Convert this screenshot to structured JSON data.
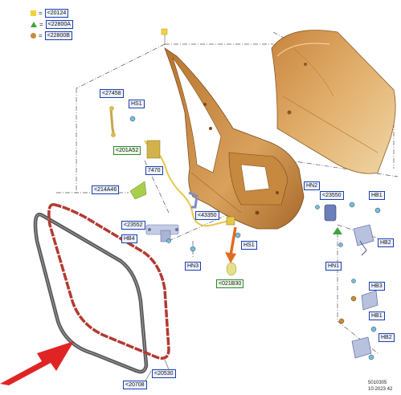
{
  "legend": [
    {
      "symbol": "yellow-square",
      "color": "#f2d13a",
      "eq": "=",
      "code": "<20124"
    },
    {
      "symbol": "green-triangle",
      "color": "#3fa33f",
      "eq": "=",
      "code": "<22800A"
    },
    {
      "symbol": "orange-circle",
      "color": "#c78a3c",
      "eq": "=",
      "code": "<22800B"
    }
  ],
  "labels": {
    "l27458": "<27458",
    "hs1_top": "HS1",
    "l201a52": "<201A52",
    "l7470": "7470",
    "l214a46": "<214A46",
    "l43350": "<43350",
    "l23552": "<23552",
    "hb4": "HB4",
    "hn3": "HN3",
    "hs1_mid": "HS1",
    "l021b30": "<021B30",
    "hn2": "HN2",
    "l23550": "<23550",
    "hb1_top": "HB1",
    "hb2_top": "HB2",
    "hn1": "HN1",
    "hb3": "HB3",
    "hb1_bottom": "HB1",
    "hb2_bottom": "HB2",
    "l20708": "<20708",
    "l20530": "<20530"
  },
  "footer": {
    "code": "5010305",
    "date": "10-2023 42"
  },
  "colors": {
    "door_panel": "#d59a52",
    "door_dark": "#a8692b",
    "seal_red": "#b23a32",
    "seal_grey": "#555555",
    "arrow_red": "#e02424",
    "arrow_orange": "#e46a1c",
    "label_blue_border": "#1a3fb0",
    "label_green_border": "#2a8a2a"
  }
}
